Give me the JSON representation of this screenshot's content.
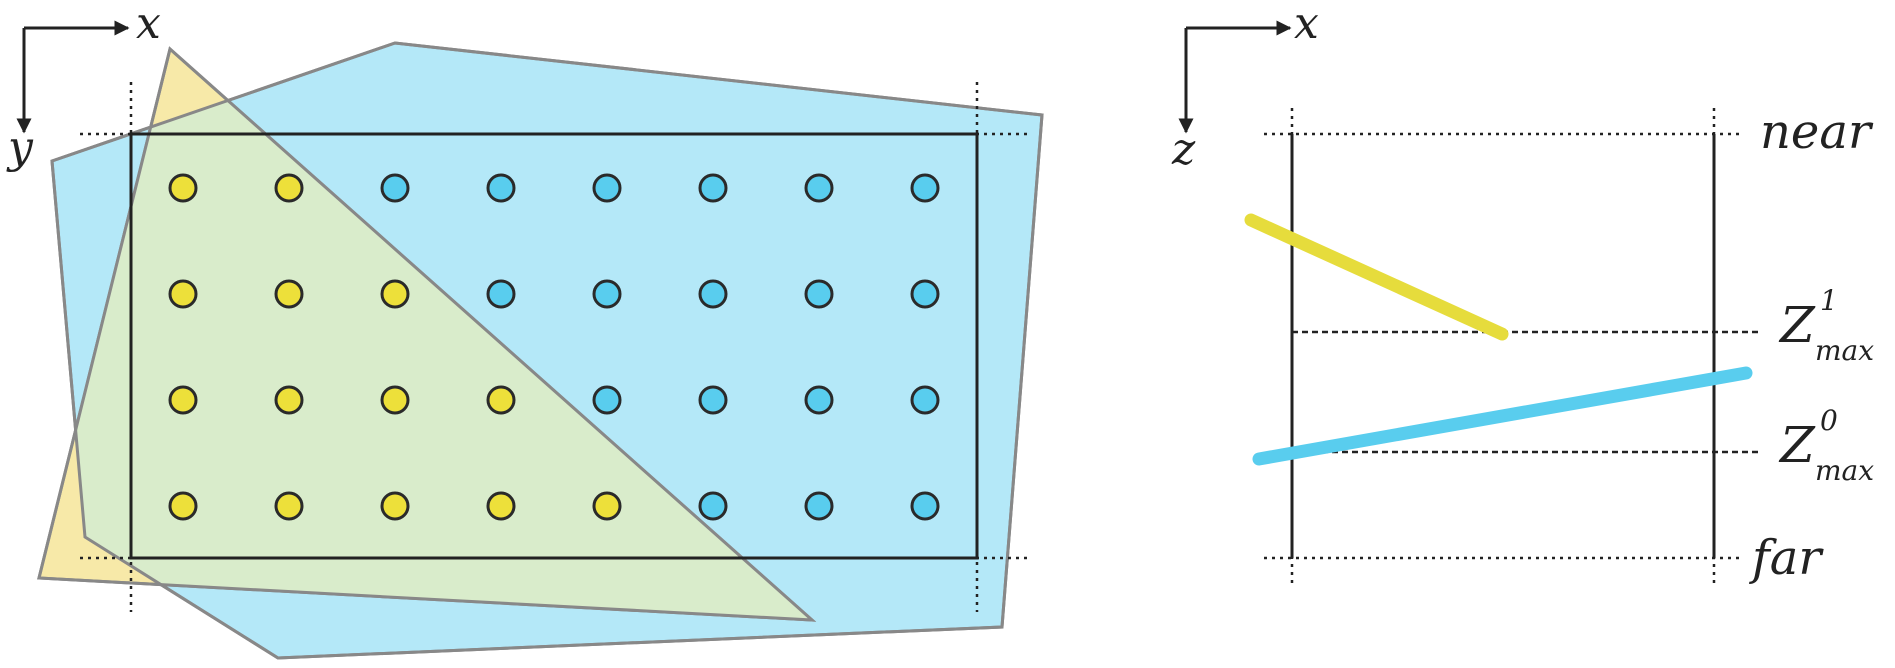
{
  "left_panel": {
    "axis_x_label": "x",
    "axis_y_label": "y",
    "colors": {
      "yellow_fill": "#f7e9a8",
      "blue_fill": "#b4e8f8",
      "overlap_fill": "#d9eccb",
      "yellow_dot": "#ede03a",
      "blue_dot": "#59cdee"
    },
    "sample_grid": [
      [
        "yellow",
        "yellow",
        "blue",
        "blue",
        "blue",
        "blue",
        "blue",
        "blue"
      ],
      [
        "yellow",
        "yellow",
        "yellow",
        "blue",
        "blue",
        "blue",
        "blue",
        "blue"
      ],
      [
        "yellow",
        "yellow",
        "yellow",
        "yellow",
        "blue",
        "blue",
        "blue",
        "blue"
      ],
      [
        "yellow",
        "yellow",
        "yellow",
        "yellow",
        "yellow",
        "blue",
        "blue",
        "blue"
      ]
    ]
  },
  "right_panel": {
    "axis_x_label": "x",
    "axis_z_label": "z",
    "near_label": "near",
    "far_label": "far",
    "zmax1": {
      "base": "Z",
      "sup": "1",
      "sub": "max"
    },
    "zmax0": {
      "base": "Z",
      "sup": "0",
      "sub": "max"
    },
    "colors": {
      "yellow_segment": "#e6dc3c",
      "blue_segment": "#59cdee"
    }
  }
}
